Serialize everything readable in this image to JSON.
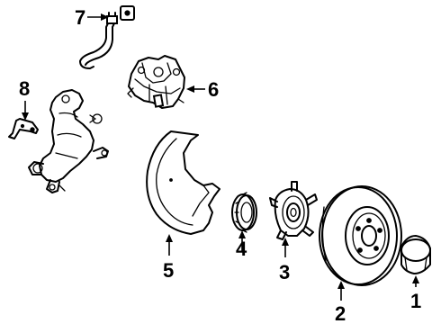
{
  "callouts": [
    {
      "id": "1",
      "label": "1"
    },
    {
      "id": "2",
      "label": "2"
    },
    {
      "id": "3",
      "label": "3"
    },
    {
      "id": "4",
      "label": "4"
    },
    {
      "id": "5",
      "label": "5"
    },
    {
      "id": "6",
      "label": "6"
    },
    {
      "id": "7",
      "label": "7"
    },
    {
      "id": "8",
      "label": "8"
    }
  ],
  "parts": [
    {
      "callout": "1",
      "icon": "hub-cap-nut-icon"
    },
    {
      "callout": "2",
      "icon": "brake-rotor-icon"
    },
    {
      "callout": "3",
      "icon": "wheel-hub-icon"
    },
    {
      "callout": "4",
      "icon": "bearing-seal-ring-icon"
    },
    {
      "callout": "5",
      "icon": "splash-shield-icon"
    },
    {
      "callout": "6",
      "icon": "brake-caliper-icon"
    },
    {
      "callout": "7",
      "icon": "brake-hose-icon"
    },
    {
      "callout": "8",
      "icon": "sensor-bracket-icon"
    },
    {
      "callout": "",
      "icon": "steering-knuckle-icon"
    }
  ],
  "colors": {
    "line": "#000000",
    "background": "#ffffff"
  }
}
